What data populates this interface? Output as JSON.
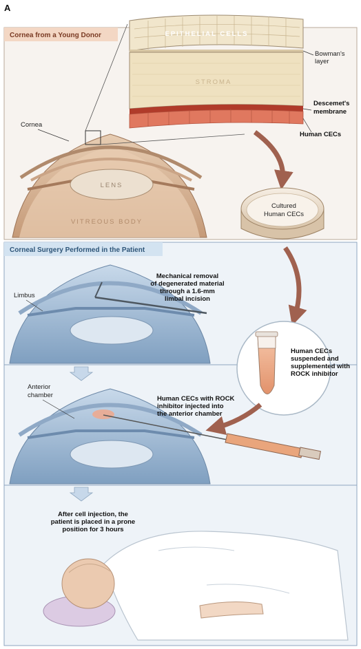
{
  "panel_label": "A",
  "sections": {
    "donor": {
      "header": "Cornea from a Young Donor"
    },
    "surgery": {
      "header": "Corneal Surgery Performed in the Patient"
    }
  },
  "labels": {
    "epithelial": "EPITHELIAL CELLS",
    "stroma": "STROMA",
    "bowman": [
      "Bowman's",
      "layer"
    ],
    "descemet": [
      "Descemet's",
      "membrane"
    ],
    "human_cecs": "Human CECs",
    "cornea": "Cornea",
    "lens": "LENS",
    "vitreous": "VITREOUS BODY",
    "cultured": [
      "Cultured",
      "Human CECs"
    ],
    "limbus": "Limbus",
    "removal": [
      "Mechanical removal",
      "of degenerated material",
      "through a 1.6-mm",
      "limbal incision"
    ],
    "suspended": [
      "Human CECs",
      "suspended and",
      "supplemented with",
      "ROCK inhibitor"
    ],
    "anterior": [
      "Anterior",
      "chamber"
    ],
    "injected": [
      "Human CECs with ROCK",
      "inhibitor injected into",
      "the anterior chamber"
    ],
    "prone": [
      "After cell injection, the",
      "patient is placed in a prone",
      "position for 3 hours"
    ]
  },
  "colors": {
    "header_donor": "#f3d7c4",
    "header_surgery": "#d3e3f1",
    "panel_donor_bg": "#f7f3ef",
    "panel_surgery_bg": "#eef3f8",
    "arrow": "#a0614f",
    "endothelium": "#e0785f",
    "stroma": "#efe1c0",
    "eye_blue": "#9db9d6",
    "eye_tan": "#d8b89a"
  }
}
